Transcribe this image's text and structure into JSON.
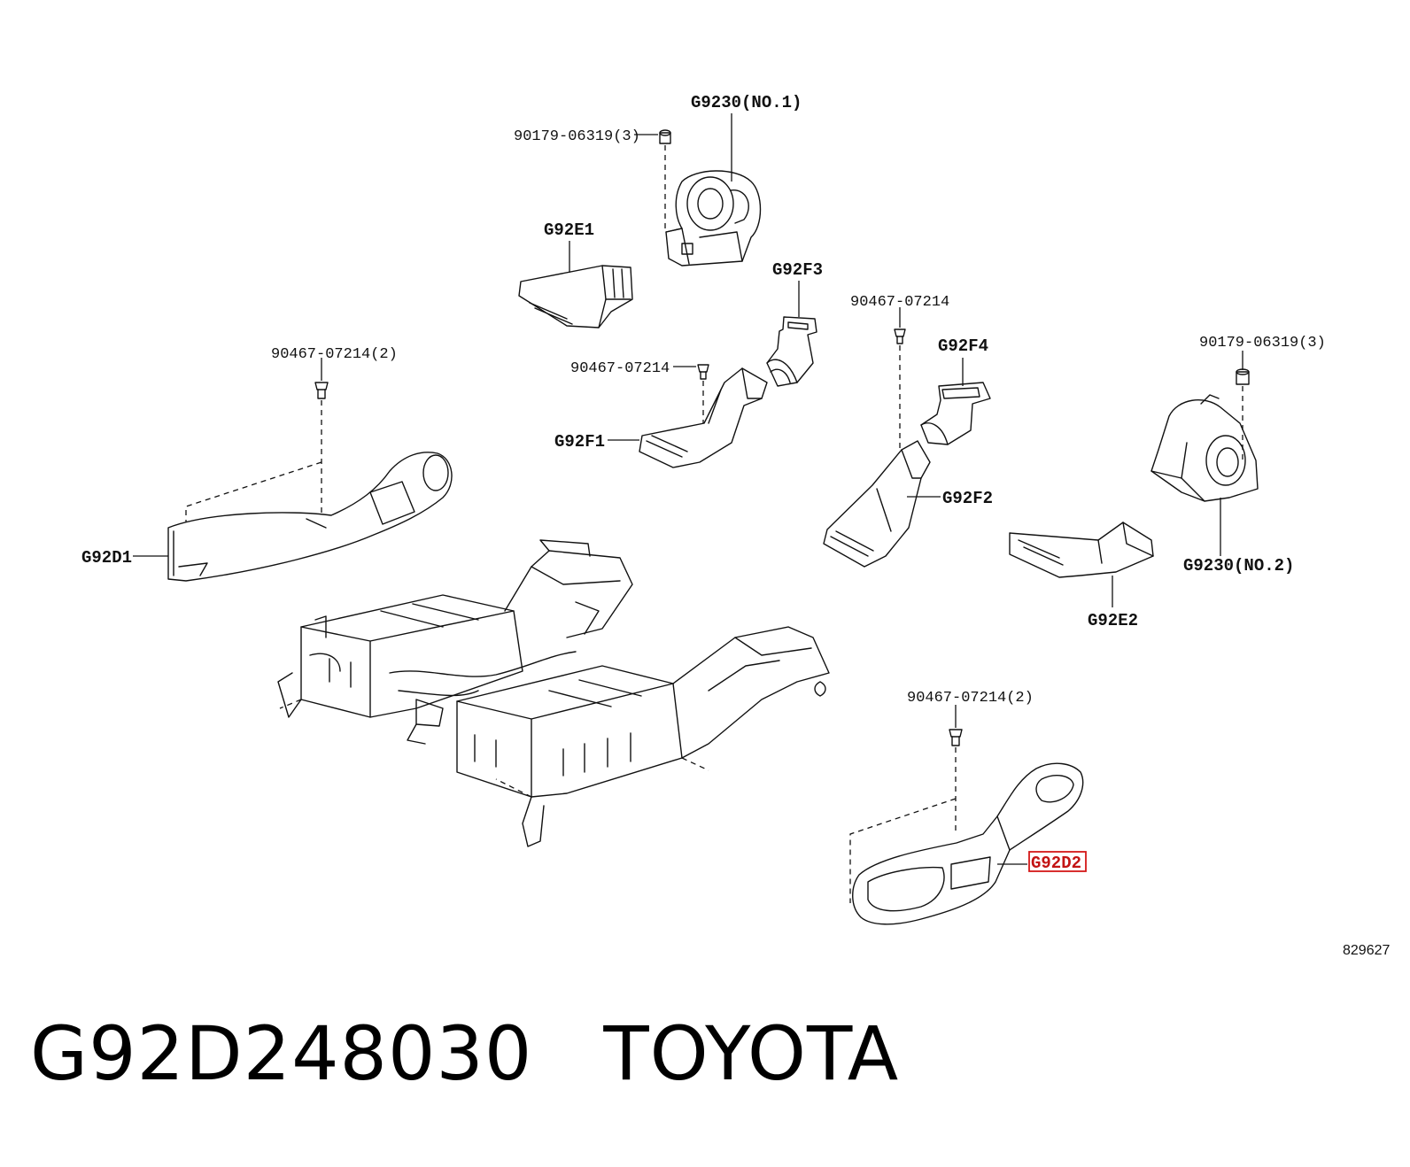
{
  "figure_number": "829627",
  "labels": {
    "g9230_no1": "G9230(NO.1)",
    "bolt_90179_a": "90179-06319(3)",
    "g92e1": "G92E1",
    "g92f3": "G92F3",
    "clip_90467_a": "90467-07214",
    "g92f4": "G92F4",
    "bolt_90179_b": "90179-06319(3)",
    "clip_90467_2a": "90467-07214(2)",
    "clip_90467_b": "90467-07214",
    "g92f1": "G92F1",
    "g92d1": "G92D1",
    "g92f2": "G92F2",
    "g9230_no2": "G9230(NO.2)",
    "g92e2": "G92E2",
    "clip_90467_2b": "90467-07214(2)",
    "g92d2": "G92D2"
  },
  "highlighted_label": "G92D2",
  "colors": {
    "line": "#111111",
    "highlight": "#d41818"
  },
  "footer": {
    "part_number": "G92D248030",
    "brand": "TOYOTA"
  }
}
